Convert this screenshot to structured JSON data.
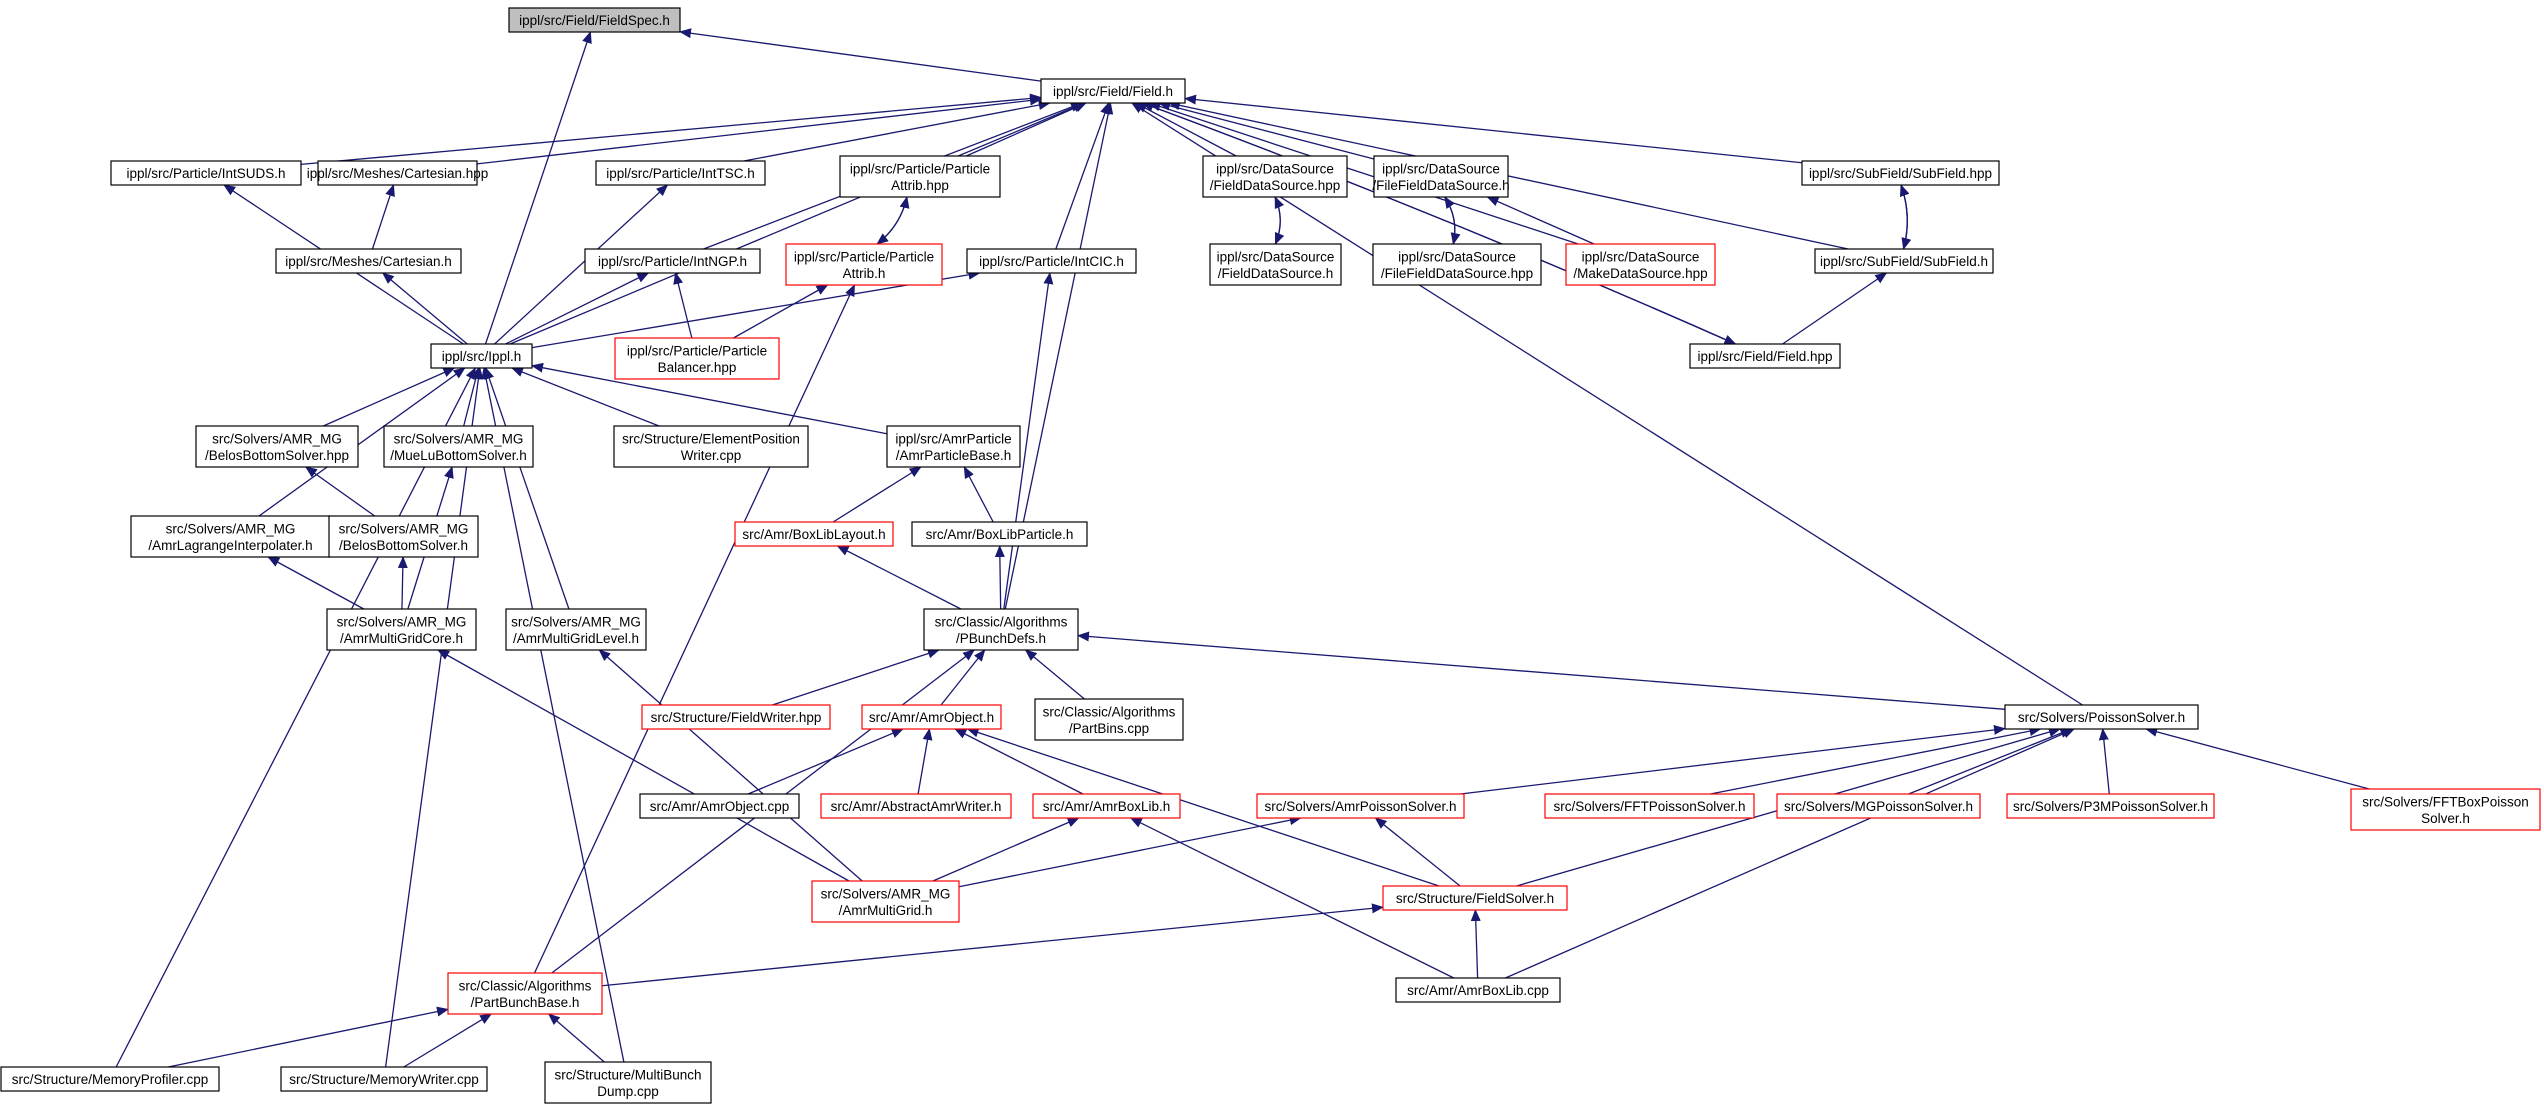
{
  "colors": {
    "edge": "#191970",
    "node_border_default": "#000000",
    "node_border_incomplete": "#ff0000",
    "root_fill": "#bfbfbf",
    "node_fill": "#ffffff"
  },
  "nodes": [
    {
      "id": "fieldspec",
      "lines": [
        "ippl/src/Field/FieldSpec.h"
      ],
      "style": "root"
    },
    {
      "id": "field_h",
      "lines": [
        "ippl/src/Field/Field.h"
      ],
      "style": "normal"
    },
    {
      "id": "intsuds",
      "lines": [
        "ippl/src/Particle/IntSUDS.h"
      ],
      "style": "normal"
    },
    {
      "id": "cart_hpp",
      "lines": [
        "ippl/src/Meshes/Cartesian.hpp"
      ],
      "style": "normal"
    },
    {
      "id": "inttsc",
      "lines": [
        "ippl/src/Particle/IntTSC.h"
      ],
      "style": "normal"
    },
    {
      "id": "pattrib_hpp",
      "lines": [
        "ippl/src/Particle/Particle",
        "Attrib.hpp"
      ],
      "style": "normal"
    },
    {
      "id": "fds_hpp",
      "lines": [
        "ippl/src/DataSource",
        "/FieldDataSource.hpp"
      ],
      "style": "normal"
    },
    {
      "id": "ffds_h",
      "lines": [
        "ippl/src/DataSource",
        "/FileFieldDataSource.h"
      ],
      "style": "normal"
    },
    {
      "id": "subfield_hpp",
      "lines": [
        "ippl/src/SubField/SubField.hpp"
      ],
      "style": "normal"
    },
    {
      "id": "cart_h",
      "lines": [
        "ippl/src/Meshes/Cartesian.h"
      ],
      "style": "normal"
    },
    {
      "id": "intngp",
      "lines": [
        "ippl/src/Particle/IntNGP.h"
      ],
      "style": "normal"
    },
    {
      "id": "pattrib_h",
      "lines": [
        "ippl/src/Particle/Particle",
        "Attrib.h"
      ],
      "style": "incomplete"
    },
    {
      "id": "intcic",
      "lines": [
        "ippl/src/Particle/IntCIC.h"
      ],
      "style": "normal"
    },
    {
      "id": "fds_h",
      "lines": [
        "ippl/src/DataSource",
        "/FieldDataSource.h"
      ],
      "style": "normal"
    },
    {
      "id": "ffds_hpp",
      "lines": [
        "ippl/src/DataSource",
        "/FileFieldDataSource.hpp"
      ],
      "style": "normal"
    },
    {
      "id": "mds_hpp",
      "lines": [
        "ippl/src/DataSource",
        "/MakeDataSource.hpp"
      ],
      "style": "incomplete"
    },
    {
      "id": "subfield_h",
      "lines": [
        "ippl/src/SubField/SubField.h"
      ],
      "style": "normal"
    },
    {
      "id": "ippl_h",
      "lines": [
        "ippl/src/Ippl.h"
      ],
      "style": "normal"
    },
    {
      "id": "pbal_hpp",
      "lines": [
        "ippl/src/Particle/Particle",
        "Balancer.hpp"
      ],
      "style": "incomplete"
    },
    {
      "id": "field_hpp",
      "lines": [
        "ippl/src/Field/Field.hpp"
      ],
      "style": "normal"
    },
    {
      "id": "belos_hpp",
      "lines": [
        "src/Solvers/AMR_MG",
        "/BelosBottomSolver.hpp"
      ],
      "style": "normal"
    },
    {
      "id": "muelu_h",
      "lines": [
        "src/Solvers/AMR_MG",
        "/MueLuBottomSolver.h"
      ],
      "style": "normal"
    },
    {
      "id": "elempos",
      "lines": [
        "src/Structure/ElementPosition",
        "Writer.cpp"
      ],
      "style": "normal"
    },
    {
      "id": "amrpb_h",
      "lines": [
        "ippl/src/AmrParticle",
        "/AmrParticleBase.h"
      ],
      "style": "normal"
    },
    {
      "id": "amrlag_h",
      "lines": [
        "src/Solvers/AMR_MG",
        "/AmrLagrangeInterpolater.h"
      ],
      "style": "normal"
    },
    {
      "id": "belos_h",
      "lines": [
        "src/Solvers/AMR_MG",
        "/BelosBottomSolver.h"
      ],
      "style": "normal"
    },
    {
      "id": "boxlayout_h",
      "lines": [
        "src/Amr/BoxLibLayout.h"
      ],
      "style": "incomplete"
    },
    {
      "id": "boxparticle_h",
      "lines": [
        "src/Amr/BoxLibParticle.h"
      ],
      "style": "normal"
    },
    {
      "id": "amrmgcore_h",
      "lines": [
        "src/Solvers/AMR_MG",
        "/AmrMultiGridCore.h"
      ],
      "style": "normal"
    },
    {
      "id": "amrmglevel_h",
      "lines": [
        "src/Solvers/AMR_MG",
        "/AmrMultiGridLevel.h"
      ],
      "style": "normal"
    },
    {
      "id": "pbunchdefs_h",
      "lines": [
        "src/Classic/Algorithms",
        "/PBunchDefs.h"
      ],
      "style": "normal"
    },
    {
      "id": "fieldwriter_hpp",
      "lines": [
        "src/Structure/FieldWriter.hpp"
      ],
      "style": "incomplete"
    },
    {
      "id": "amrobject_h",
      "lines": [
        "src/Amr/AmrObject.h"
      ],
      "style": "incomplete"
    },
    {
      "id": "partbins_cpp",
      "lines": [
        "src/Classic/Algorithms",
        "/PartBins.cpp"
      ],
      "style": "normal"
    },
    {
      "id": "poisson_h",
      "lines": [
        "src/Solvers/PoissonSolver.h"
      ],
      "style": "normal"
    },
    {
      "id": "amrobject_cpp",
      "lines": [
        "src/Amr/AmrObject.cpp"
      ],
      "style": "normal"
    },
    {
      "id": "abstractamrwriter_h",
      "lines": [
        "src/Amr/AbstractAmrWriter.h"
      ],
      "style": "incomplete"
    },
    {
      "id": "amrboxlib_h",
      "lines": [
        "src/Amr/AmrBoxLib.h"
      ],
      "style": "incomplete"
    },
    {
      "id": "amrpoisson_h",
      "lines": [
        "src/Solvers/AmrPoissonSolver.h"
      ],
      "style": "incomplete"
    },
    {
      "id": "fftpoisson_h",
      "lines": [
        "src/Solvers/FFTPoissonSolver.h"
      ],
      "style": "incomplete"
    },
    {
      "id": "mgpoisson_h",
      "lines": [
        "src/Solvers/MGPoissonSolver.h"
      ],
      "style": "incomplete"
    },
    {
      "id": "p3mpoisson_h",
      "lines": [
        "src/Solvers/P3MPoissonSolver.h"
      ],
      "style": "incomplete"
    },
    {
      "id": "fftbox_h",
      "lines": [
        "src/Solvers/FFTBoxPoisson",
        "Solver.h"
      ],
      "style": "incomplete"
    },
    {
      "id": "amrmg_h",
      "lines": [
        "src/Solvers/AMR_MG",
        "/AmrMultiGrid.h"
      ],
      "style": "incomplete"
    },
    {
      "id": "fieldsolver_h",
      "lines": [
        "src/Structure/FieldSolver.h"
      ],
      "style": "incomplete"
    },
    {
      "id": "partbunchbase_h",
      "lines": [
        "src/Classic/Algorithms",
        "/PartBunchBase.h"
      ],
      "style": "incomplete"
    },
    {
      "id": "amrboxlib_cpp",
      "lines": [
        "src/Amr/AmrBoxLib.cpp"
      ],
      "style": "normal"
    },
    {
      "id": "memprofiler_cpp",
      "lines": [
        "src/Structure/MemoryProfiler.cpp"
      ],
      "style": "normal"
    },
    {
      "id": "memwriter_cpp",
      "lines": [
        "src/Structure/MemoryWriter.cpp"
      ],
      "style": "normal"
    },
    {
      "id": "multibunch_cpp",
      "lines": [
        "src/Structure/MultiBunch",
        "Dump.cpp"
      ],
      "style": "normal"
    }
  ],
  "edges": [
    [
      "field_h",
      "fieldspec"
    ],
    [
      "ippl_h",
      "fieldspec"
    ],
    [
      "intsuds",
      "field_h"
    ],
    [
      "cart_hpp",
      "field_h"
    ],
    [
      "inttsc",
      "field_h"
    ],
    [
      "pattrib_hpp",
      "field_h"
    ],
    [
      "fds_hpp",
      "field_h"
    ],
    [
      "ffds_h",
      "field_h"
    ],
    [
      "subfield_hpp",
      "field_h"
    ],
    [
      "intngp",
      "field_h"
    ],
    [
      "intcic",
      "field_h"
    ],
    [
      "mds_hpp",
      "field_h"
    ],
    [
      "subfield_h",
      "field_h"
    ],
    [
      "ippl_h",
      "field_h"
    ],
    [
      "field_hpp",
      "field_h"
    ],
    [
      "pbunchdefs_h",
      "field_h"
    ],
    [
      "poisson_h",
      "field_h"
    ],
    [
      "cart_h",
      "cart_hpp"
    ],
    [
      "pattrib_h",
      "pattrib_hpp"
    ],
    [
      "pattrib_hpp",
      "pattrib_h"
    ],
    [
      "fds_h",
      "fds_hpp"
    ],
    [
      "fds_hpp",
      "fds_h"
    ],
    [
      "ffds_hpp",
      "ffds_h"
    ],
    [
      "ffds_h",
      "ffds_hpp"
    ],
    [
      "mds_hpp",
      "ffds_h"
    ],
    [
      "subfield_h",
      "subfield_hpp"
    ],
    [
      "subfield_hpp",
      "subfield_h"
    ],
    [
      "field_hpp",
      "subfield_h"
    ],
    [
      "field_h",
      "field_hpp"
    ],
    [
      "ippl_h",
      "intsuds"
    ],
    [
      "ippl_h",
      "cart_h"
    ],
    [
      "ippl_h",
      "inttsc"
    ],
    [
      "ippl_h",
      "intngp"
    ],
    [
      "ippl_h",
      "intcic"
    ],
    [
      "pbal_hpp",
      "intngp"
    ],
    [
      "pbal_hpp",
      "pattrib_h"
    ],
    [
      "pbunchdefs_h",
      "intcic"
    ],
    [
      "partbunchbase_h",
      "pattrib_h"
    ],
    [
      "belos_hpp",
      "ippl_h"
    ],
    [
      "muelu_h",
      "ippl_h"
    ],
    [
      "elempos",
      "ippl_h"
    ],
    [
      "amrpb_h",
      "ippl_h"
    ],
    [
      "amrlag_h",
      "ippl_h"
    ],
    [
      "amrmglevel_h",
      "ippl_h"
    ],
    [
      "memprofiler_cpp",
      "ippl_h"
    ],
    [
      "memwriter_cpp",
      "ippl_h"
    ],
    [
      "multibunch_cpp",
      "ippl_h"
    ],
    [
      "belos_h",
      "belos_hpp"
    ],
    [
      "amrmgcore_h",
      "muelu_h"
    ],
    [
      "amrmgcore_h",
      "amrlag_h"
    ],
    [
      "amrmgcore_h",
      "belos_h"
    ],
    [
      "amrmg_h",
      "amrmgcore_h"
    ],
    [
      "amrmg_h",
      "amrmglevel_h"
    ],
    [
      "boxlayout_h",
      "amrpb_h"
    ],
    [
      "boxparticle_h",
      "amrpb_h"
    ],
    [
      "pbunchdefs_h",
      "boxlayout_h"
    ],
    [
      "pbunchdefs_h",
      "boxparticle_h"
    ],
    [
      "fieldwriter_hpp",
      "pbunchdefs_h"
    ],
    [
      "amrobject_h",
      "pbunchdefs_h"
    ],
    [
      "partbins_cpp",
      "pbunchdefs_h"
    ],
    [
      "poisson_h",
      "pbunchdefs_h"
    ],
    [
      "partbunchbase_h",
      "pbunchdefs_h"
    ],
    [
      "amrobject_cpp",
      "amrobject_h"
    ],
    [
      "abstractamrwriter_h",
      "amrobject_h"
    ],
    [
      "amrboxlib_h",
      "amrobject_h"
    ],
    [
      "fieldsolver_h",
      "amrobject_h"
    ],
    [
      "amrpoisson_h",
      "poisson_h"
    ],
    [
      "fftpoisson_h",
      "poisson_h"
    ],
    [
      "mgpoisson_h",
      "poisson_h"
    ],
    [
      "p3mpoisson_h",
      "poisson_h"
    ],
    [
      "fftbox_h",
      "poisson_h"
    ],
    [
      "fieldsolver_h",
      "poisson_h"
    ],
    [
      "amrboxlib_cpp",
      "poisson_h"
    ],
    [
      "amrmg_h",
      "amrboxlib_h"
    ],
    [
      "amrboxlib_cpp",
      "amrboxlib_h"
    ],
    [
      "amrmg_h",
      "amrpoisson_h"
    ],
    [
      "fieldsolver_h",
      "amrpoisson_h"
    ],
    [
      "amrboxlib_cpp",
      "fieldsolver_h"
    ],
    [
      "partbunchbase_h",
      "fieldsolver_h"
    ],
    [
      "memprofiler_cpp",
      "partbunchbase_h"
    ],
    [
      "memwriter_cpp",
      "partbunchbase_h"
    ],
    [
      "multibunch_cpp",
      "partbunchbase_h"
    ]
  ]
}
